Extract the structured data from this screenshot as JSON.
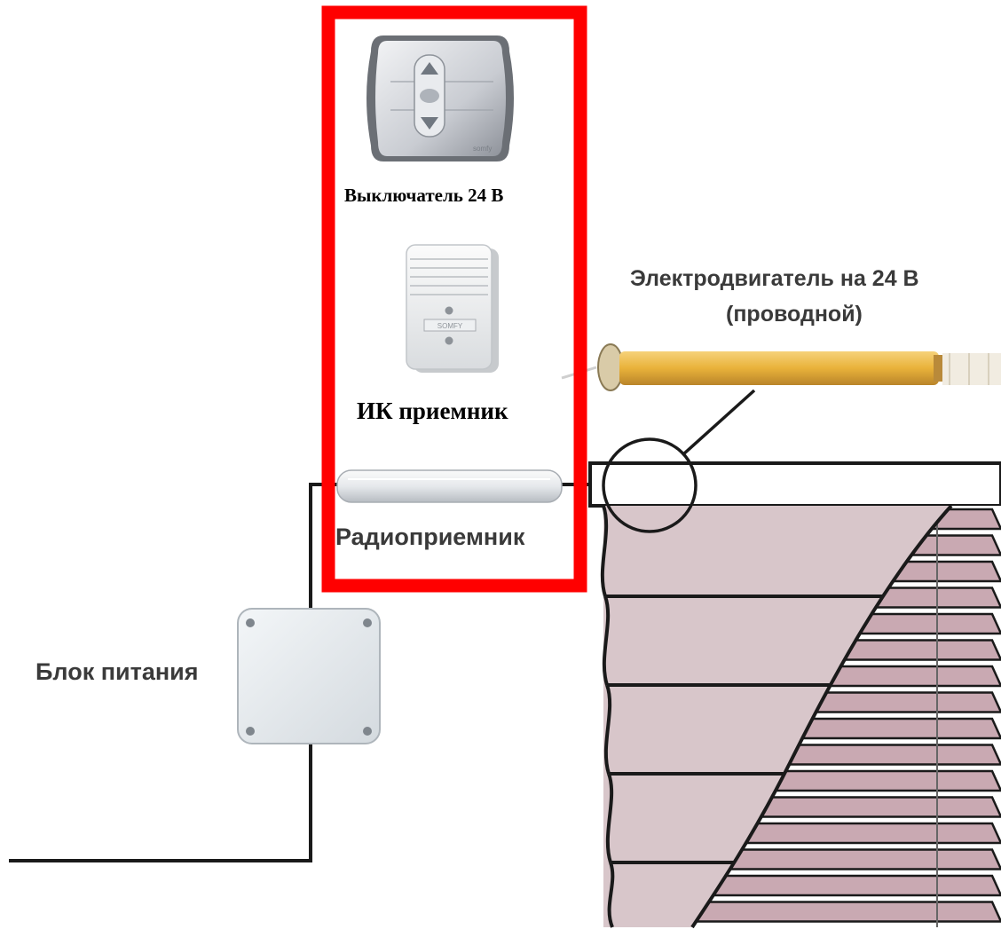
{
  "labels": {
    "switch": "Выключатель 24 В",
    "ir_receiver": "ИК приемник",
    "motor_line1": "Электродвигатель на 24 В",
    "motor_line2": "(проводной)",
    "radio_receiver": "Радиоприемник",
    "power_supply": "Блок питания"
  },
  "logos": {
    "switch_brand": "somfy",
    "ir_brand": "SOMFY"
  },
  "colors": {
    "highlight_frame": "#ff0000",
    "motor": "#e9b23a",
    "blind_fabric": "#d8c6ca",
    "slats": "#c9a9b2",
    "wire": "#1a1a1a"
  },
  "icons": [
    "wall-switch-icon",
    "ir-receiver-icon",
    "radio-receiver-icon",
    "motor-icon",
    "power-supply-icon",
    "blind-icon"
  ]
}
